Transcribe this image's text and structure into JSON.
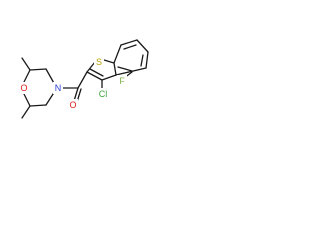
{
  "molecule": {
    "atoms": {
      "sulfur": "S",
      "fluorine": "F",
      "chlorine": "Cl",
      "nitrogen": "N",
      "oxygen_ring": "O",
      "oxygen_carbonyl": "O"
    },
    "colors": {
      "bond": "#1a1a1a",
      "sulfur": "#b8a000",
      "fluorine": "#7fb347",
      "chlorine": "#3aa63a",
      "nitrogen": "#2a3fd6",
      "oxygen": "#e0201a"
    }
  }
}
